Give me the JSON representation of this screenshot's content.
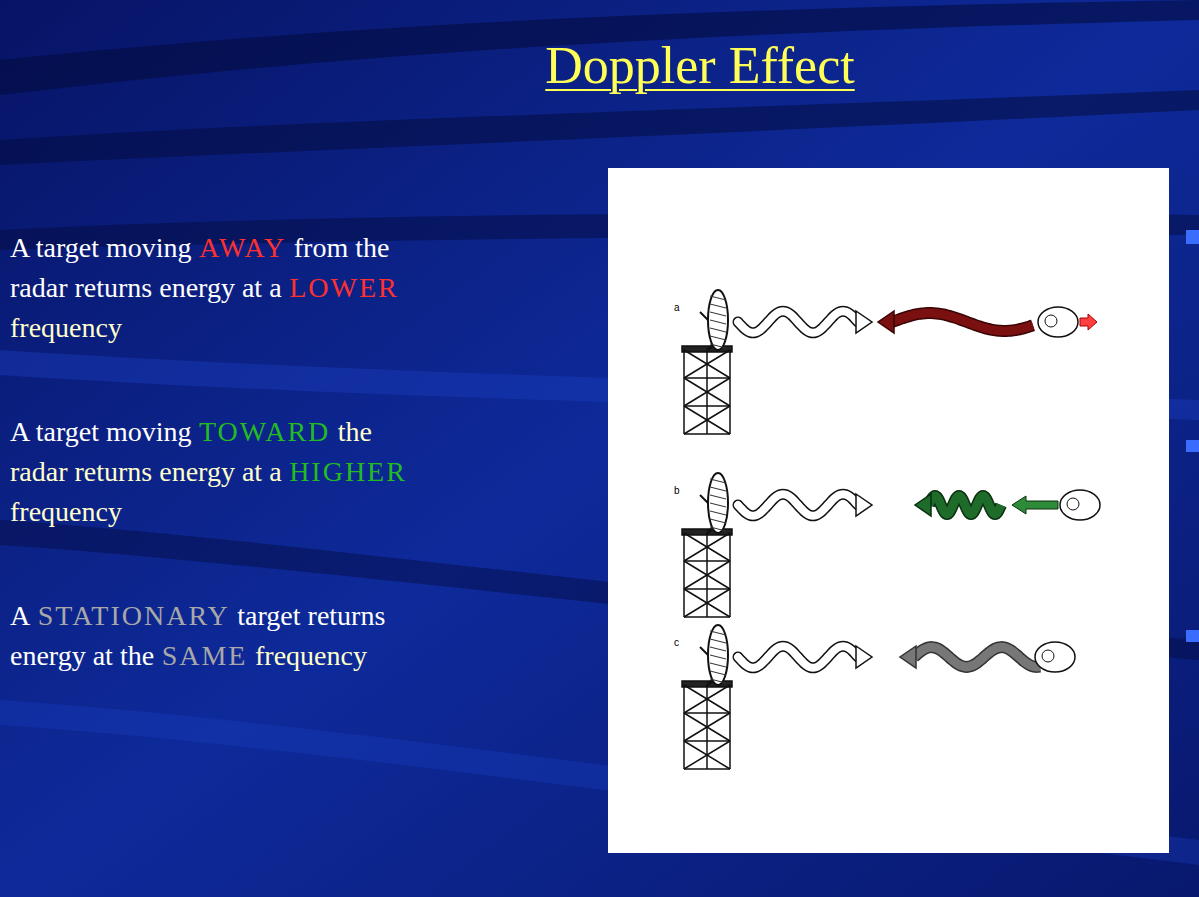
{
  "diagram": {
    "title": "Doppler Effect",
    "labels": [
      "A target moving",
      "AWAY",
      "from the",
      "radar returns energy at a",
      "LOWER",
      "frequency",
      "A target moving",
      "TOWARD",
      "the",
      "radar returns energy at a",
      "HIGHER",
      "frequency",
      "A",
      "STATIONARY",
      "target returns",
      "energy at the",
      "SAME",
      "frequency",
      "a",
      "b",
      "c"
    ]
  }
}
